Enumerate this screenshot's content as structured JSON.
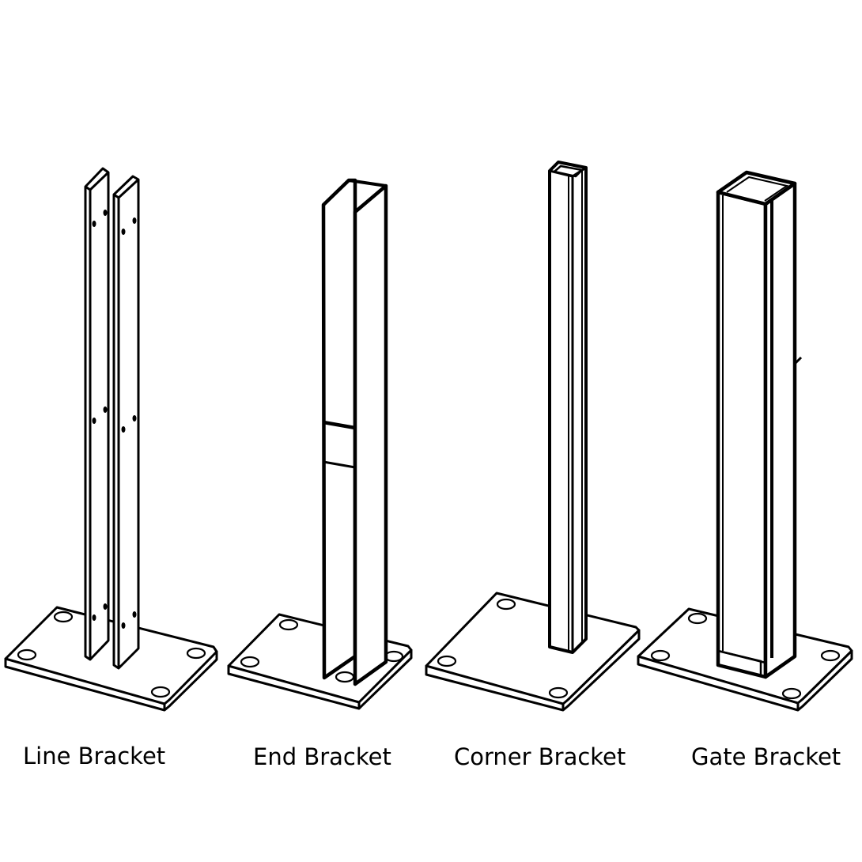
{
  "brackets": [
    {
      "id": "line",
      "label": "Line Bracket"
    },
    {
      "id": "end",
      "label": "End Bracket"
    },
    {
      "id": "corner",
      "label": "Corner Bracket"
    },
    {
      "id": "gate",
      "label": "Gate Bracket"
    }
  ],
  "colors": {
    "line": "#000000",
    "background": "#ffffff"
  }
}
